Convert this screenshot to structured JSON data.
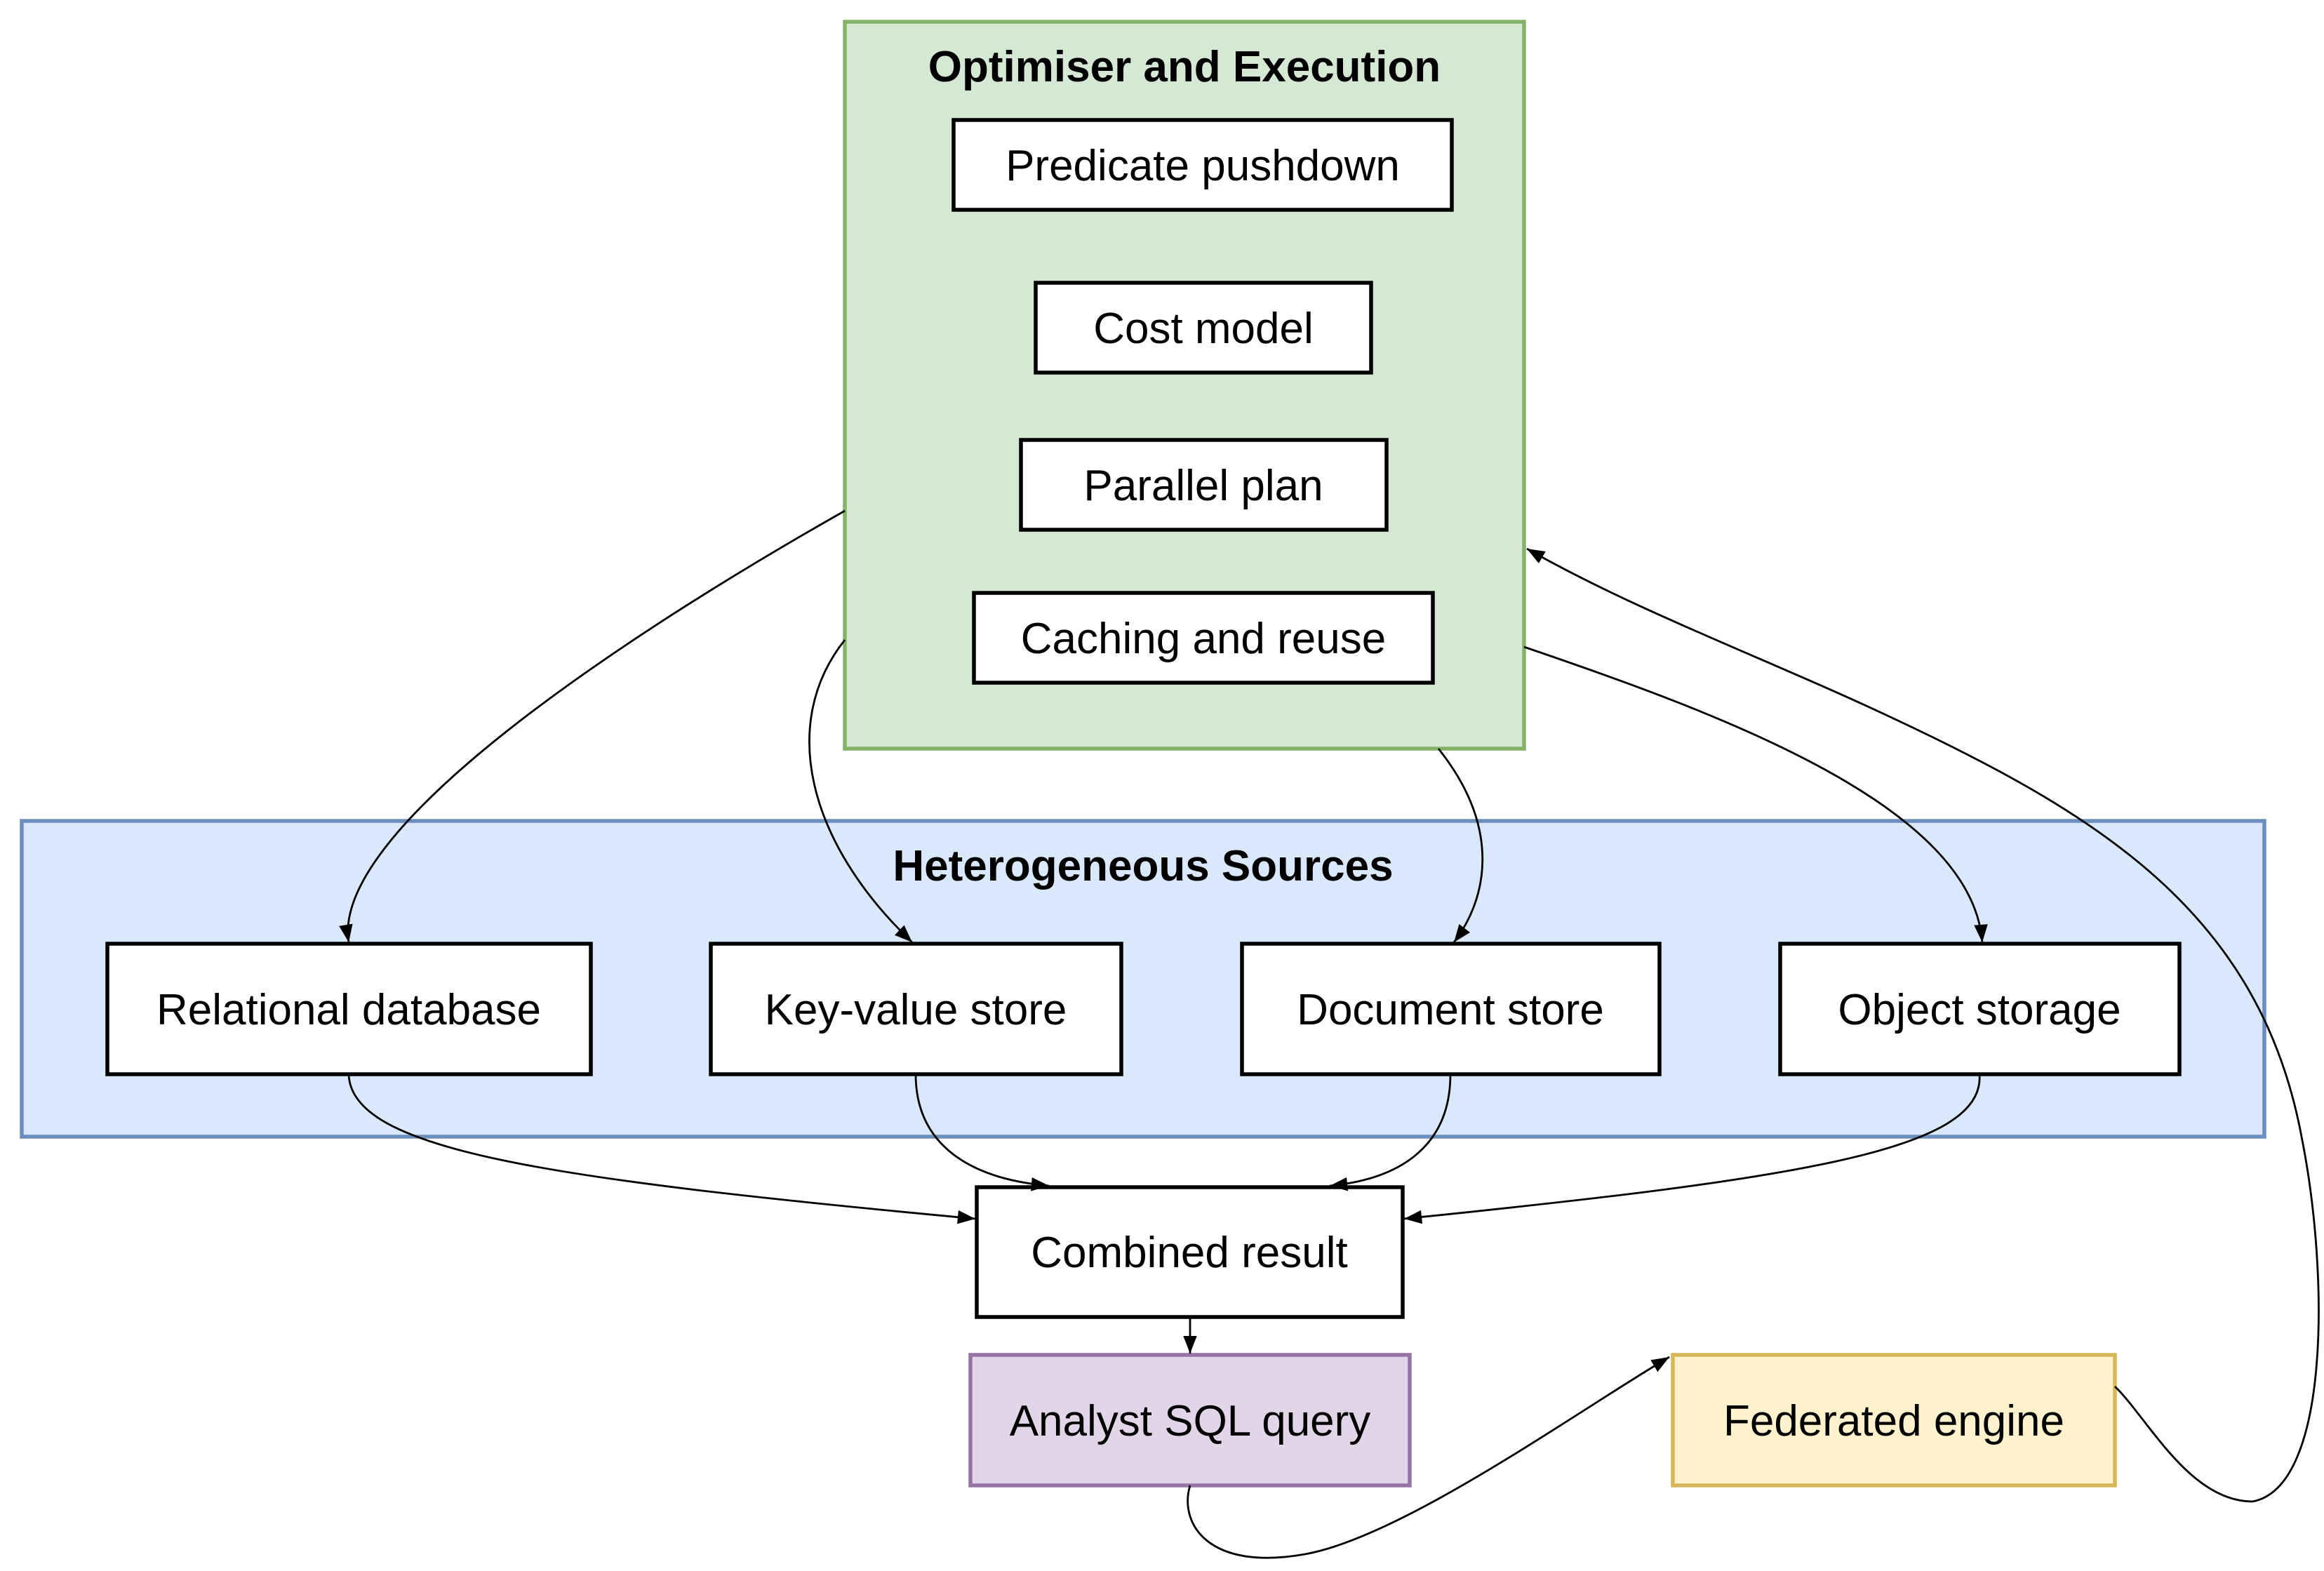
{
  "colors": {
    "optimiser_fill": "#d5e8d4",
    "optimiser_stroke": "#82b366",
    "sources_fill": "#dae8fc",
    "sources_stroke": "#6c8ebf",
    "analyst_fill": "#e1d5e7",
    "analyst_stroke": "#9673a6",
    "federated_fill": "#fff2cc",
    "federated_stroke": "#d6b656",
    "node_fill": "#ffffff",
    "node_stroke": "#000000",
    "edge_stroke": "#000000"
  },
  "groups": {
    "optimiser": {
      "title": "Optimiser and Execution"
    },
    "sources": {
      "title": "Heterogeneous Sources"
    }
  },
  "nodes": {
    "predicate_pushdown": "Predicate pushdown",
    "cost_model": "Cost model",
    "parallel_plan": "Parallel plan",
    "caching_and_reuse": "Caching and reuse",
    "relational_database": "Relational database",
    "key_value_store": "Key-value store",
    "document_store": "Document store",
    "object_storage": "Object storage",
    "combined_result": "Combined result",
    "analyst_sql_query": "Analyst SQL query",
    "federated_engine": "Federated engine"
  },
  "edges": [
    {
      "from": "analyst_sql_query",
      "to": "federated_engine"
    },
    {
      "from": "federated_engine",
      "to": "optimiser_and_execution"
    },
    {
      "from": "optimiser_and_execution",
      "to": "relational_database"
    },
    {
      "from": "optimiser_and_execution",
      "to": "key_value_store"
    },
    {
      "from": "optimiser_and_execution",
      "to": "document_store"
    },
    {
      "from": "optimiser_and_execution",
      "to": "object_storage"
    },
    {
      "from": "relational_database",
      "to": "combined_result"
    },
    {
      "from": "key_value_store",
      "to": "combined_result"
    },
    {
      "from": "document_store",
      "to": "combined_result"
    },
    {
      "from": "object_storage",
      "to": "combined_result"
    },
    {
      "from": "combined_result",
      "to": "analyst_sql_query"
    }
  ]
}
